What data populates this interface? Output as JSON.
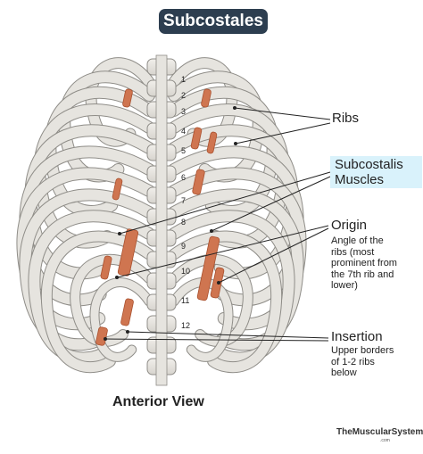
{
  "title": "Subcostales",
  "labels": {
    "ribs": "Ribs",
    "muscles_line1": "Subcostalis",
    "muscles_line2": "Muscles",
    "origin": "Origin",
    "origin_desc": [
      "Angle of the",
      "ribs (most",
      "prominent from",
      "the 7th rib and",
      "lower)"
    ],
    "insertion": "Insertion",
    "insertion_desc": [
      "Upper borders",
      "of 1-2 ribs",
      "below"
    ]
  },
  "rib_numbers": [
    "1",
    "2",
    "3",
    "4",
    "5",
    "6",
    "7",
    "8",
    "9",
    "10",
    "11",
    "12"
  ],
  "view_label": "Anterior View",
  "brand": "TheMuscularSystem",
  "brand_suffix": ".com",
  "colors": {
    "title_bg": "#2d3e50",
    "bone": "#e6e4df",
    "bone_outline": "#8f8d88",
    "muscle": "#cf7550",
    "muscle_dark": "#a9512f",
    "highlight": "#d9f2fb"
  }
}
